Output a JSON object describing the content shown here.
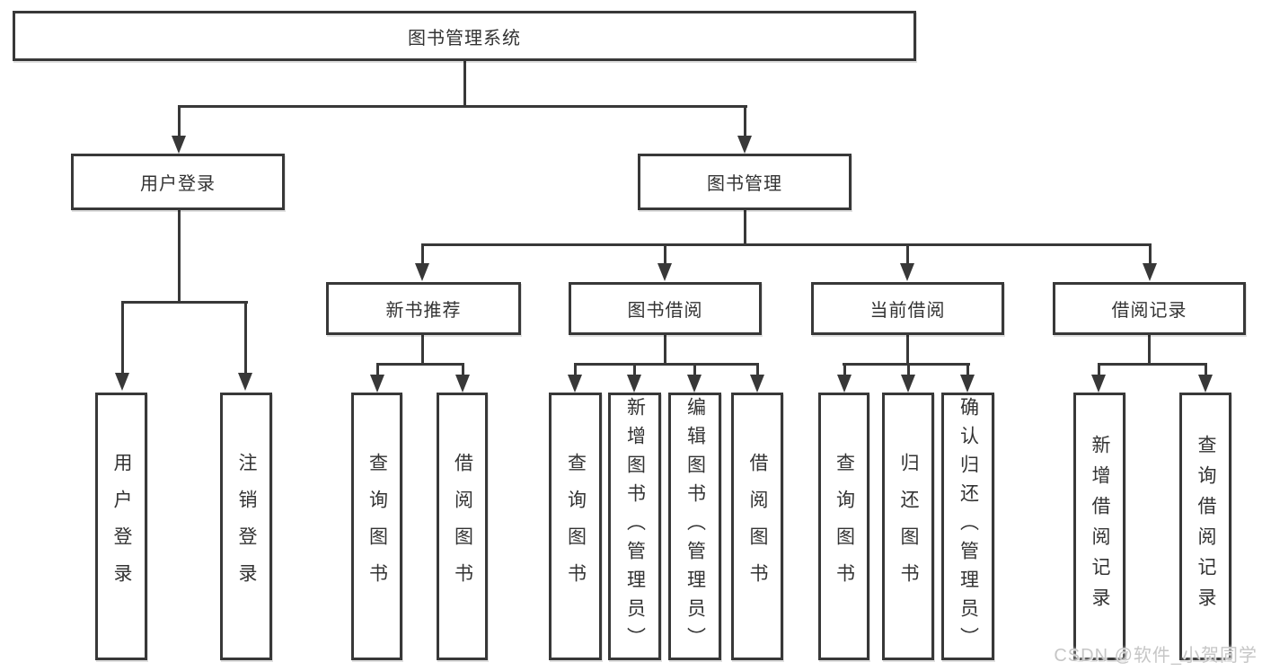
{
  "diagram": {
    "title": "图书管理系统",
    "root": {
      "label": "图书管理系统"
    },
    "children": [
      {
        "label": "用户登录",
        "children": [
          {
            "label": "用户登录"
          },
          {
            "label": "注销登录"
          }
        ]
      },
      {
        "label": "图书管理",
        "children": [
          {
            "label": "新书推荐",
            "children": [
              {
                "label": "查询图书"
              },
              {
                "label": "借阅图书"
              }
            ]
          },
          {
            "label": "图书借阅",
            "children": [
              {
                "label": "查询图书"
              },
              {
                "label": "新增图书（管理员）"
              },
              {
                "label": "编辑图书（管理员）"
              },
              {
                "label": "借阅图书"
              }
            ]
          },
          {
            "label": "当前借阅",
            "children": [
              {
                "label": "查询图书"
              },
              {
                "label": "归还图书"
              },
              {
                "label": "确认归还（管理员）"
              }
            ]
          },
          {
            "label": "借阅记录",
            "children": [
              {
                "label": "新增借阅记录"
              },
              {
                "label": "查询借阅记录"
              }
            ]
          }
        ]
      }
    ]
  },
  "watermark": {
    "text": "CSDN @软件_小贺同学"
  },
  "colors": {
    "line": "#383838",
    "text": "#333333",
    "background": "#ffffff",
    "watermark_text": "#c6c6c6"
  }
}
